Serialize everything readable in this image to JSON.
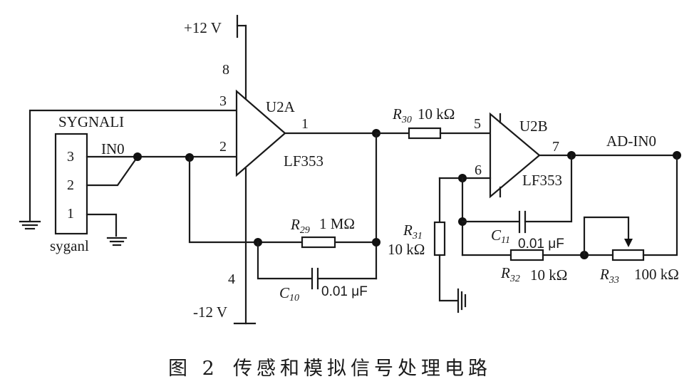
{
  "diagram": {
    "type": "circuit-schematic",
    "caption": {
      "figure_label": "图 2",
      "title": "传感和模拟信号处理电路"
    },
    "power": {
      "positive": "+12 V",
      "negative": "-12 V"
    },
    "connector": {
      "name": "SYGNALI",
      "footer": "syganl",
      "pins": [
        "3",
        "2",
        "1"
      ],
      "net_label": "IN0"
    },
    "opamps": [
      {
        "ref": "U2A",
        "part": "LF353",
        "pins": {
          "noninv": "3",
          "inv": "2",
          "out": "1",
          "vplus": "8",
          "vminus": "4"
        }
      },
      {
        "ref": "U2B",
        "part": "LF353",
        "pins": {
          "noninv": "5",
          "inv": "6",
          "out": "7"
        }
      }
    ],
    "components": {
      "R29": {
        "ref": "R",
        "sub": "29",
        "value": "1 MΩ"
      },
      "C10": {
        "ref": "C",
        "sub": "10",
        "value": "0.01  μF"
      },
      "R30": {
        "ref": "R",
        "sub": "30",
        "value": "10 kΩ"
      },
      "R31": {
        "ref": "R",
        "sub": "31",
        "value": "10 kΩ"
      },
      "C11": {
        "ref": "C",
        "sub": "11",
        "value": "0.01  μF"
      },
      "R32": {
        "ref": "R",
        "sub": "32",
        "value": "10 kΩ"
      },
      "R33": {
        "ref": "R",
        "sub": "33",
        "value": "100 kΩ"
      }
    },
    "output_net": "AD-IN0"
  }
}
